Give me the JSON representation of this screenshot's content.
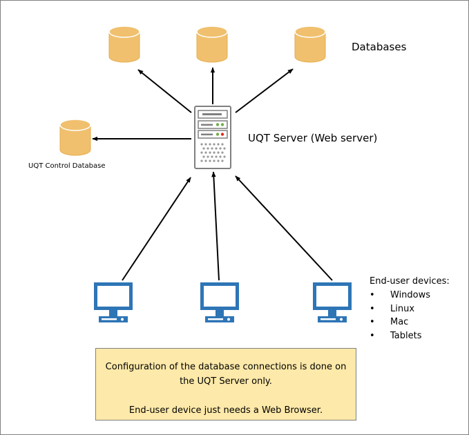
{
  "labels": {
    "databases": "Databases",
    "server": "UQT Server (Web server)",
    "control_database": "UQT Control Database"
  },
  "devices": {
    "heading": "End-user devices:",
    "items": [
      "Windows",
      "Linux",
      "Mac",
      "Tablets"
    ]
  },
  "note": {
    "line1": "Configuration of the database connections is done on",
    "line2": "the UQT Server only.",
    "line3": "End-user device just needs a Web Browser."
  },
  "colors": {
    "database_fill": "#f0c06e",
    "database_stroke": "#e6ad4f",
    "monitor_blue": "#2e75b6",
    "server_gray": "#7f7f7f",
    "note_fill": "#fde9a9",
    "arrow": "#000000"
  },
  "icons": {
    "database": "database-cylinder-icon",
    "server": "server-rack-icon",
    "device": "desktop-computer-icon"
  }
}
